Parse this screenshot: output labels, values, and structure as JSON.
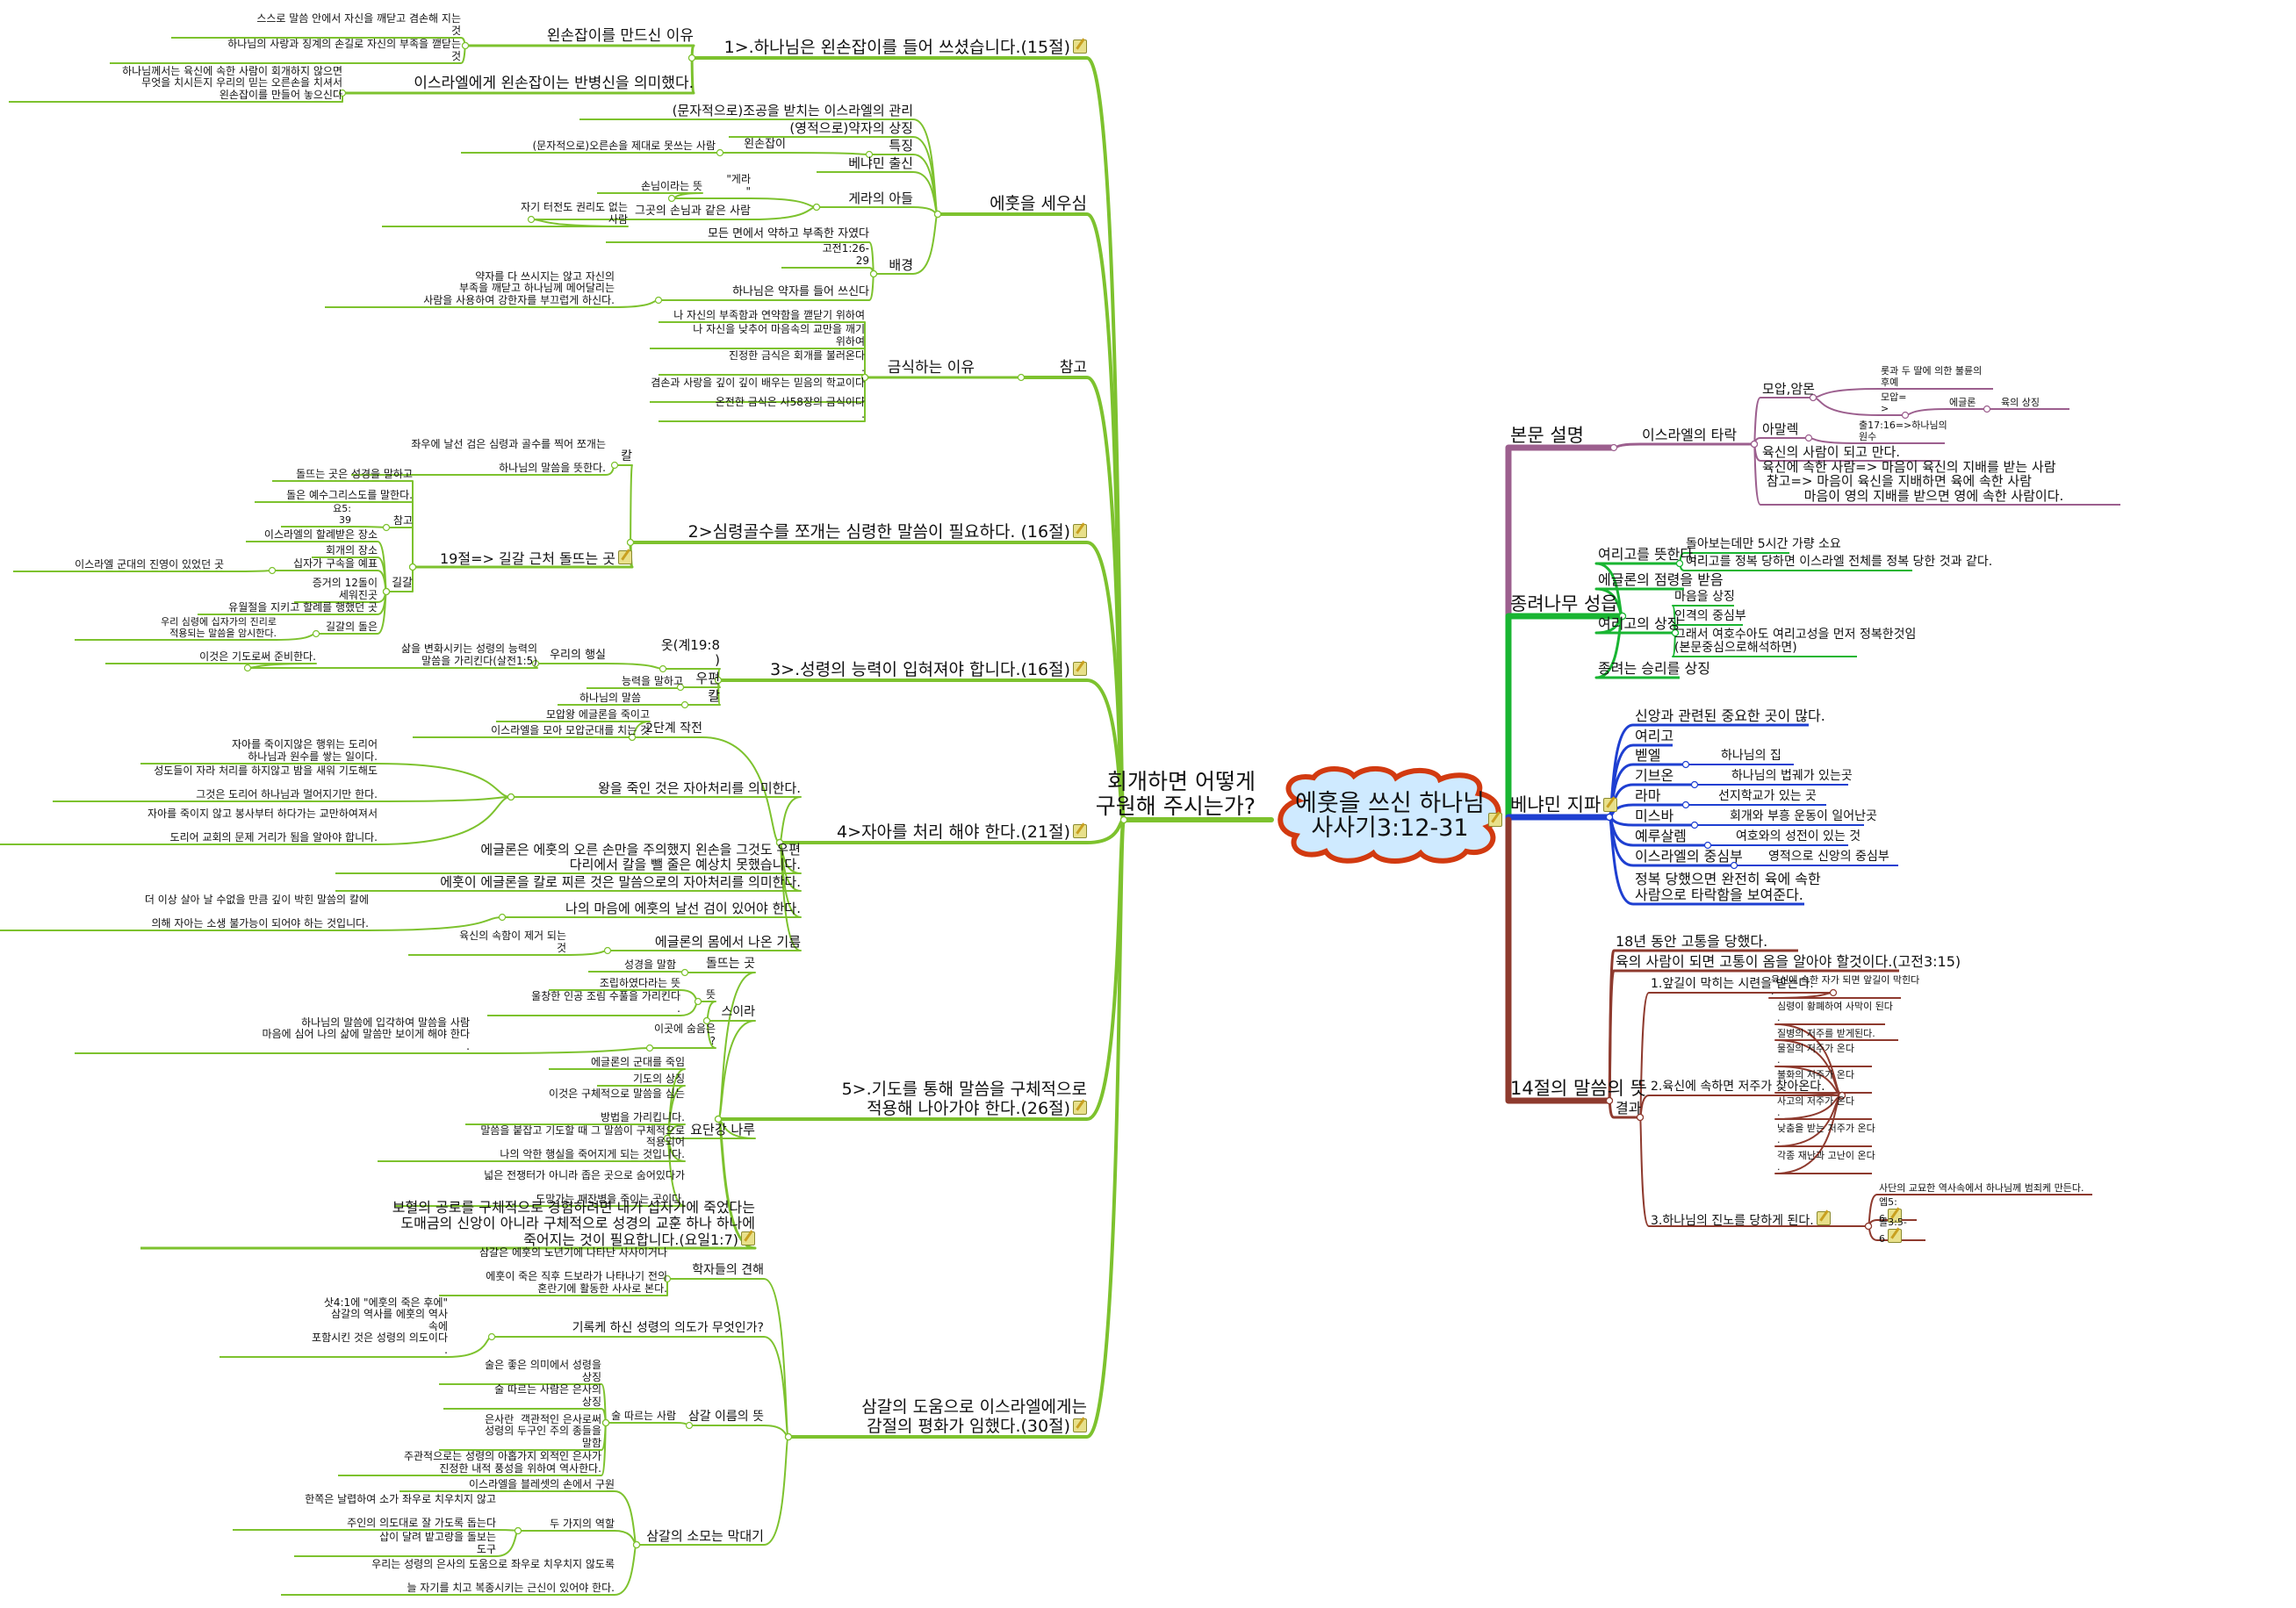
{
  "root": {
    "title": "에훗을 쓰신 하나님",
    "subtitle": "사사기3:12-31"
  },
  "colors": {
    "left": "#7dc22e",
    "purple": "#9c5f8e",
    "green": "#19b532",
    "blue": "#1e3fd1",
    "brown": "#8e3a2e",
    "cloud_fill": "#cfeaff",
    "cloud_border": "#d23a10"
  },
  "left": {
    "main": "회개하면 어떻게\n구원해 주시는가?",
    "n1": {
      "label": "1>.하나님은 왼손잡이를 들어 쓰셨습니다.(15절)",
      "a": "왼손잡이를 만드신 이유",
      "a1": "스스로 말씀 안에서 자신을 깨닫고 겸손해 지는\n것",
      "a2": "하나님의 사랑과 징계의 손길로 자신의 부족을 깯닫는\n것",
      "b": "이스라엘에게 왼손잡이는 반병신을 의미했다.",
      "b1": "하나님께서는 육신에 속한 사람이 회개하지 않으면\n무엇을 치시든지 우리의 믿는 오른손을 치셔서\n왼손잡이를 만들어 놓으신다"
    },
    "n_ehud": {
      "label": "에훗을 세우심",
      "c1": "(문자적으로)조공을 받치는 이스라엘의 관리",
      "c2": "(영적으로)약자의 상징",
      "c3": "특징",
      "c3a": "왼손잡이",
      "c3b": "(문자적으로)오른손을 제대로 못쓰는 사람",
      "c4": "베냐민 출신",
      "c5": "게라의 아들",
      "c5a": "\"게라\n\"",
      "c5a1": "손님이라는 뜻",
      "c5b": "그곳의 손님과 같은 사람",
      "c5b1": "자기 터전도 권리도 없는\n사람",
      "c6": "배경",
      "c6a": "모든 면에서 약하고 부족한 자였다",
      "c6b": "고전1:26-\n29",
      "c6c": "하나님은 약자를 들어 쓰신다",
      "c6c1": "약자를 다 쓰시지는 않고 자신의\n부족을 깨닫고 하나님께 메어달리는\n사람을 사용하여 강한자를 부끄럽게 하신다."
    },
    "n_ref": {
      "label": "참고",
      "a": "금식하는 이유",
      "items": [
        "나 자신의 부족함과 연약함을 깯닫기 위하여",
        "나 자신을 낮추어 마음속의 교만을 깨기\n위하여",
        "진정한 금식은 회개를 불러온다\n.",
        "겸손과 사랑을 깊이 깊이 배우는 믿음의 학교이다\n.",
        "온전한 금식은 사58장의 금식이다\n."
      ]
    },
    "n2": {
      "label": "2>심령골수를 쪼개는 심령한 말씀이 필요하다. (16절)",
      "sword": "칼",
      "sword1": "좌우에 날선 검은 심령과 골수를 찍어 쪼개는\n\n하나님의 말씀을 뜻한다.",
      "gilgal": "19절=> 길갈 근처 돌뜨는 곳",
      "g1": "돌뜨는 곳은 성경을 말하고",
      "g2": "돌은 예수그리스도를 말한다.",
      "ref": "참고",
      "ref1": "요5:\n39",
      "gg": "길갈",
      "gg_items": [
        "이스라엘의 할례받은 장소",
        "회개의 장소",
        "십자가 구속을 예표",
        "증거의 12돌이\n세워진곳",
        "유월절을 지키고 할례를 행했던 곳"
      ],
      "gg_cross_detail": "이스라엘 군대의 진영이 있었던 곳",
      "stones": "길갈의 돌은",
      "stones1": "우리 심령에 십자가의 진리로\n적용되는 말씀을 암시한다."
    },
    "n3": {
      "label": "3>.성령의 능력이 입혀져야 합니다.(16절)",
      "a": "옷(계19:8\n)",
      "a1": "우리의 행실",
      "a1a": "삶을 변화시키는 성령의 능력의\n말씀을 가리킨다(살전1:5)",
      "a1b": "이것은 기도로써 준비한다.",
      "b": "우편",
      "b1": "능력을 말하고",
      "c": "칼",
      "c1": "하나님의 말씀"
    },
    "n4": {
      "label": "4>자아를 처리 해야 한다.(21절)",
      "a": "2단계 작전",
      "a1": "모압왕 에글론을 죽이고",
      "a2": "이스라엘을 모아 모압군대를 치는 것",
      "b": "왕을 죽인 것은 자아처리를 의미한다.",
      "b1": "자아를 죽이지않은 행위는 도리어\n하나님과 원수를 쌓는 일이다.",
      "b2": "성도들이 자라 처리를 하지않고 밤을 새워 기도해도\n\n그것은 도리어 하나님과 멀어지기만 한다.",
      "b3": "자아를 죽이지 않고 봉사부터 하다가는 교만하여져서\n\n도리어 교회의 문제 거리가 됨을 알아야 합니다.",
      "c": "에글론은 에훗의 오른 손만을 주의했지 왼손을 그것도 우편\n다리에서 칼을 뺄 줄은 예상치 못했습니다.",
      "d": "에훗이 에글론을 칼로 찌른 것은 말씀으로의 자아처리를 의미한다.",
      "e": "나의 마음에 에훗의 날선 검이 있어야 한다.",
      "e1": "더 이상 살아 날 수없을 만큼 깊이 박힌 말씀의 칼에\n\n의해 자아는 소생 불가능이 되어야 하는 것입니다.",
      "f": "에글론의 몸에서 나온 기름",
      "f1": "육신의 속함이 제거 되는\n것"
    },
    "n5": {
      "label": "5>.기도를 통해 말씀을 구체적으로\n적용해 나아가야 한다.(26절)",
      "a": "돌뜨는 곳",
      "a1": "성경을 말함",
      "b": "스이라",
      "b1": "뜻",
      "b1a": "조립하였다라는 뜻",
      "b1b": "울창한 인공 조림 수풀을 가리킨다\n.",
      "b2": "이곳에 숨음은\n?",
      "b2a": "하나님의 말씀에 입각하여 말씀을 사람\n마음에 심어 나의 삶에 말씀만 보이게 해야 한다\n.",
      "c": "요단강 나루",
      "c1": "에글론의 군대를 죽임",
      "c2": "기도의 상징",
      "c3": "이것은 구체적으로 말씀을 심는\n\n방법을 가리킵니다.",
      "c4": "말씀을 붙잡고 기도할 때 그 말씀이 구체적으로\n적용되어\n나의 악한 행실을 죽어지게 되는 것입니다.",
      "c5": "넓은 전쟁터가 아니라 좁은 곳으로 숨어있다가\n\n도망가는 패잔병을 죽이는 곳이다.",
      "d": "보혈의 공로를 구체적으로 경험하려면 내가 십자가에 죽었다는\n도매금의 신앙이 아니라 구체적으로 성경의 교훈 하나 하나에\n죽어지는 것이 필요합니다.(요일1:7)"
    },
    "n6": {
      "label": "삼갈의 도움으로 이스라엘에게는\n감절의 평화가 임했다.(30절)",
      "a": "학자들의 견해",
      "a1": "삼갈은 에훗의 노년기에 나타난 사사이거나\n\n에훗이 죽은 직후 드보라가 나타나기 전의\n혼란기에 활동한 사사로 본다.",
      "b": "기록케 하신 성령의 의도가 무엇인가?",
      "b1": "삿4:1에 \"에훗의 죽은 후에\"\n삼갈의 역사를 에훗의 역사\n속에\n포함시킨 것은 성령의 의도이다\n.",
      "c": "삼갈 이름의 뜻",
      "c1": "술 따르는 사람",
      "c1_items": [
        "술은 좋은 의미에서 성령을\n상징",
        "술 따르는 사람은 은사의\n상징",
        "은사란  객관적인 은사로써\n성령의 두구인 주의 종들을\n말함",
        "주관적으로는 성령의 아홉가지 외적인 은사가\n진정한 내적 풍성을 위하여 역사한다."
      ],
      "d": "삼갈의 소모는 막대기",
      "d1": "이스라엘을 블레셋의 손에서 구원",
      "d2": "두 가지의 역할",
      "d2a": "한쪽은 날렵하여 소가 좌우로 치우치지 않고\n\n주인의 의도대로 잘 가도록 돕는다",
      "d2b": "삽이 달려 밭고랑을 돌보는\n도구",
      "d3": "우리는 성령의 은사의 도움으로 좌우로 치우치지 않도록\n\n늘 자기를 치고 복종시키는 근신이 있어야 한다."
    }
  },
  "right": {
    "purple": {
      "label": "본문 설명",
      "a": "이스라엘의 타락",
      "a1": "모압,암몬",
      "a1a": "롯과 두 딸에 의한 불륜의\n후예",
      "a1b": "모압=\n>",
      "a1b1": "에글론",
      "a1b1a": "육의 상징",
      "a2": "아말렉",
      "a2a": "출17:16=>하나님의\n원수",
      "a3": "육신의 사람이 되고 만다.",
      "a4": "육신에 속한 사람=> 마음이 육신의 지배를 받는 사람\n 참고=> 마음이 육신을 지배하면 육에 속한 사람\n          마음이 영의 지배를 받으면 영에 속한 사람이다."
    },
    "green": {
      "label": "종려나무 성읍",
      "a": "여리고를 뜻한다.",
      "a1": "돌아보는데만 5시간 가량 소요",
      "a2": "여리고를 정복 당하면 이스라엘 전체를 정복 당한 것과 같다.",
      "b": "에글론의 점령을 받음",
      "c": "여리고의 상징",
      "c1": "마음을 상징",
      "c2": "인격의 중심부",
      "c3": "그래서 여호수아도 여리고성을 먼저 정복한것임\n(본문중심으로해석하면)",
      "d": "종려는 승리를 상징"
    },
    "blue": {
      "label": "베냐민 지파",
      "items": [
        {
          "place": "신앙과 관련된 중요한 곳이 많다.",
          "desc": ""
        },
        {
          "place": "여리고",
          "desc": ""
        },
        {
          "place": "벧엘",
          "desc": "하나님의 집"
        },
        {
          "place": "기브온",
          "desc": "하나님의 법궤가 있는곳"
        },
        {
          "place": "라마",
          "desc": "선지학교가 있는 곳"
        },
        {
          "place": "미스바",
          "desc": "회개와 부흥 운동이 일어난곳"
        },
        {
          "place": "예루살렘",
          "desc": "여호와의 성전이 있는 것"
        },
        {
          "place": "이스라엘의 중심부",
          "desc": "영적으로 신앙의 중심부"
        },
        {
          "place": "정복 당했으면 완전히 육에 속한\n사람으로 타락함을 보여준다.",
          "desc": ""
        }
      ]
    },
    "brown": {
      "label": "14절의 말씀의 뜻",
      "a": "18년 동안 고통을 당했다.",
      "b": "육의 사람이 되면 고통이 옴을 알아야 할것이다.(고전3:15)",
      "c": "결과",
      "c1": "1.앞길이 막히는 시련을 받는다.",
      "c1a": "육신에 속한 자가 되면 앞길이 막힌다\n.",
      "c2": "2.육신에 속하면 저주가 찾아온다.",
      "c2_items": [
        "심령이 황폐하여 사막이 된다\n.",
        "질병의 저주를 받게된다.",
        "물질의 저주가 온다\n.",
        "불화의 저주가 온다\n.",
        "사고의 저주가 온다\n.",
        "낮춤을 받는 저주가 온다\n.",
        "각종 재난과 고난이 온다\n."
      ],
      "c3": "3.하나님의 진노를 당하게 된다.",
      "c3a": "사단의 교묘한 역사속에서 하나님께 범죄케 만든다.",
      "c3b": "엡5:\n6",
      "c3c": "골3:5-\n6"
    }
  }
}
